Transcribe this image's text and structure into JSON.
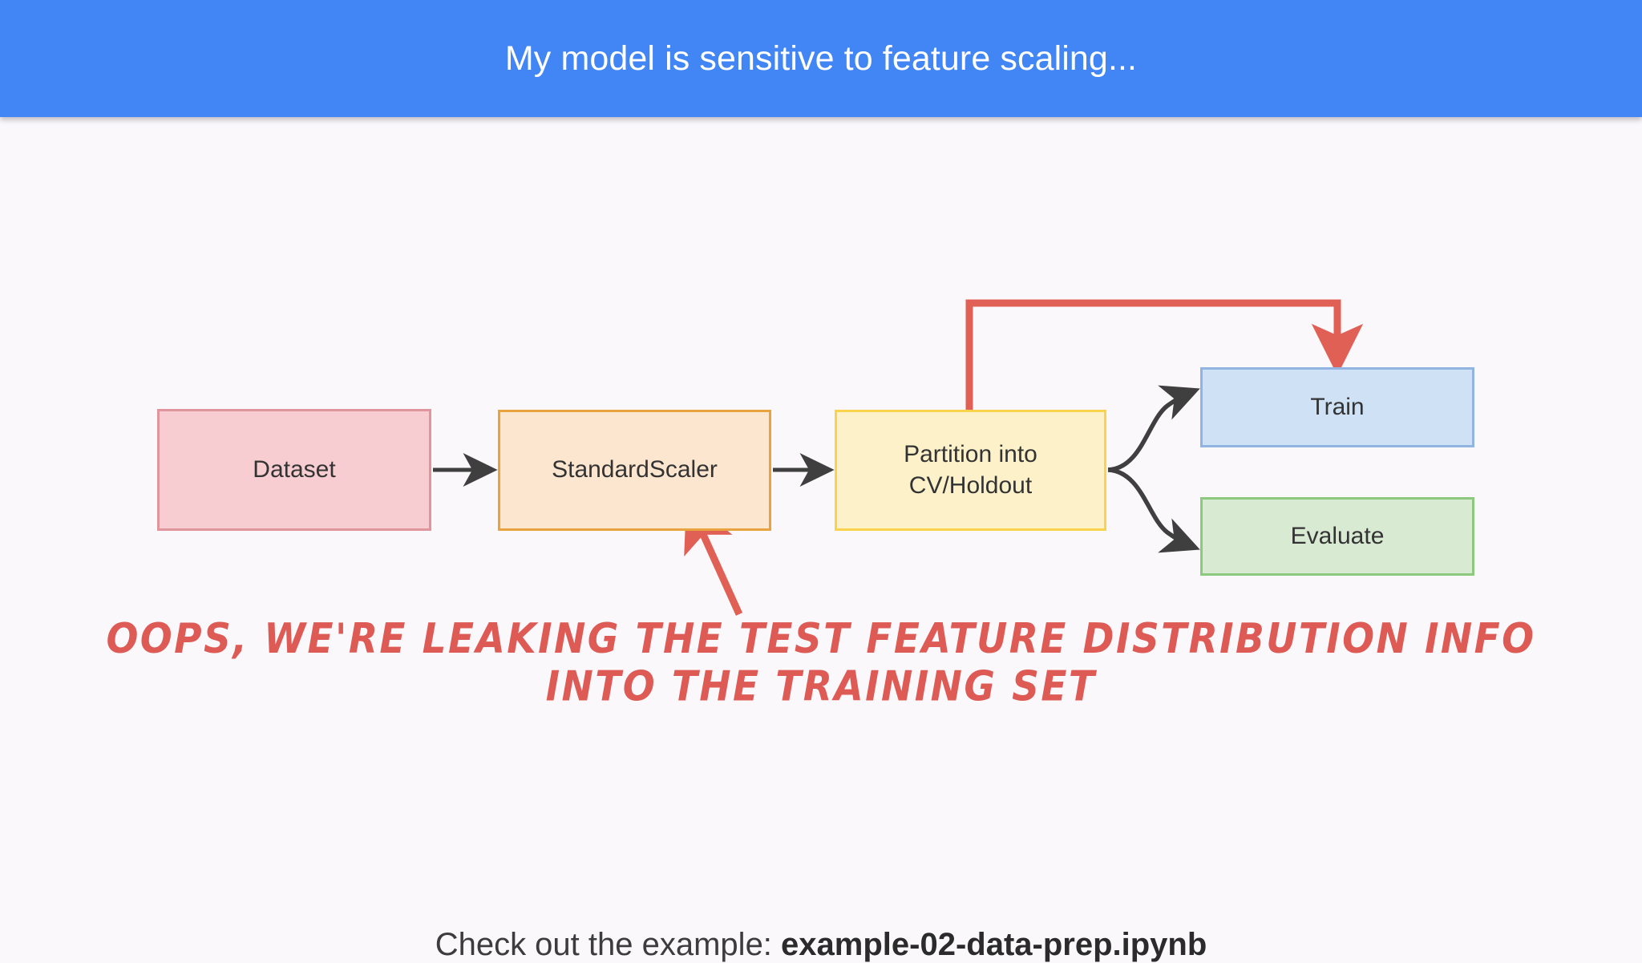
{
  "header": {
    "title": "My model is sensitive to feature scaling...",
    "background_color": "#4285f4",
    "text_color": "#ffffff"
  },
  "page": {
    "background_color": "#faf8fb"
  },
  "diagram": {
    "type": "flowchart",
    "nodes": [
      {
        "id": "dataset",
        "label": "Dataset",
        "fill_color": "#f7cdd1",
        "border_color": "#e0959c"
      },
      {
        "id": "standardscaler",
        "label": "StandardScaler",
        "fill_color": "#fce6d0",
        "border_color": "#e9a33e"
      },
      {
        "id": "partition",
        "label": "Partition into\nCV/Holdout",
        "fill_color": "#fdf1c9",
        "border_color": "#f9d34b"
      },
      {
        "id": "train",
        "label": "Train",
        "fill_color": "#cfe1f4",
        "border_color": "#91b4e3"
      },
      {
        "id": "evaluate",
        "label": "Evaluate",
        "fill_color": "#d9ead3",
        "border_color": "#8cc97f"
      }
    ],
    "edges": [
      {
        "id": "dataset-to-scaler",
        "from": "dataset",
        "to": "standardscaler",
        "color": "#3f3f3f",
        "style": "straight-arrow"
      },
      {
        "id": "scaler-to-partition",
        "from": "standardscaler",
        "to": "partition",
        "color": "#3f3f3f",
        "style": "straight-arrow"
      },
      {
        "id": "partition-to-train",
        "from": "partition",
        "to": "train",
        "color": "#3f3f3f",
        "style": "curved-arrow"
      },
      {
        "id": "partition-to-evaluate",
        "from": "partition",
        "to": "evaluate",
        "color": "#3f3f3f",
        "style": "curved-arrow"
      },
      {
        "id": "partition-leak-to-train",
        "from": "partition",
        "to": "train",
        "color": "#e06055",
        "style": "elbow-arrow-highlight"
      }
    ],
    "arrow_colors": {
      "flow": "#3f3f3f",
      "leak": "#e06055",
      "annotation": "#dd5a55"
    }
  },
  "annotation": {
    "line1": "OOPS, WE'RE LEAKING THE TEST FEATURE DISTRIBUTION INFO",
    "line2": "INTO THE TRAINING SET",
    "color": "#dd5a55",
    "pointer_target": "standardscaler"
  },
  "footer": {
    "prefix": "Check out the example: ",
    "filename": "example-02-data-prep.ipynb"
  }
}
